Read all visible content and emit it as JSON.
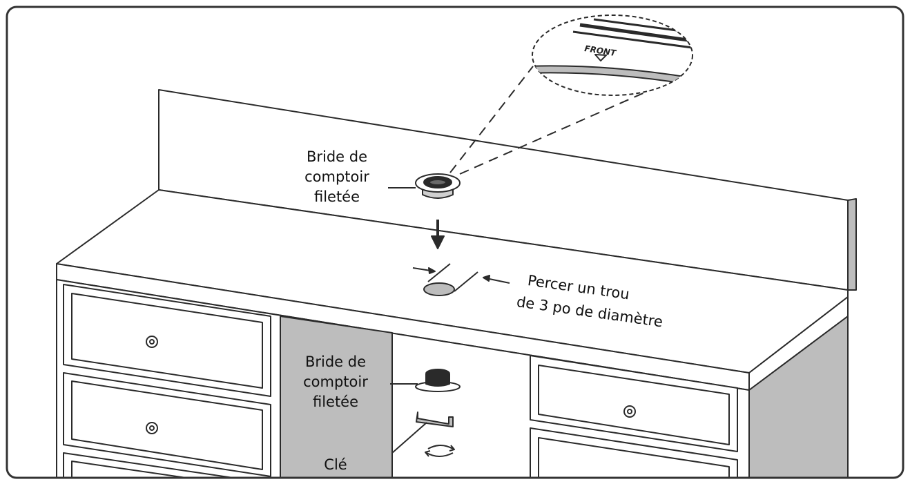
{
  "labels": {
    "top_flange": [
      "Bride de",
      "comptoir",
      "filetée"
    ],
    "drill_hole": [
      "Percer un trou",
      "de 3 po de diamètre"
    ],
    "bottom_flange": [
      "Bride de",
      "comptoir",
      "filetée"
    ],
    "wrench": "Clé",
    "front_mark": "FRONT"
  },
  "colors": {
    "line": "#2a2a2a",
    "panel_gray": "#bdbdbd",
    "cabinet_face": "#ffffff",
    "frame": "#333333"
  }
}
